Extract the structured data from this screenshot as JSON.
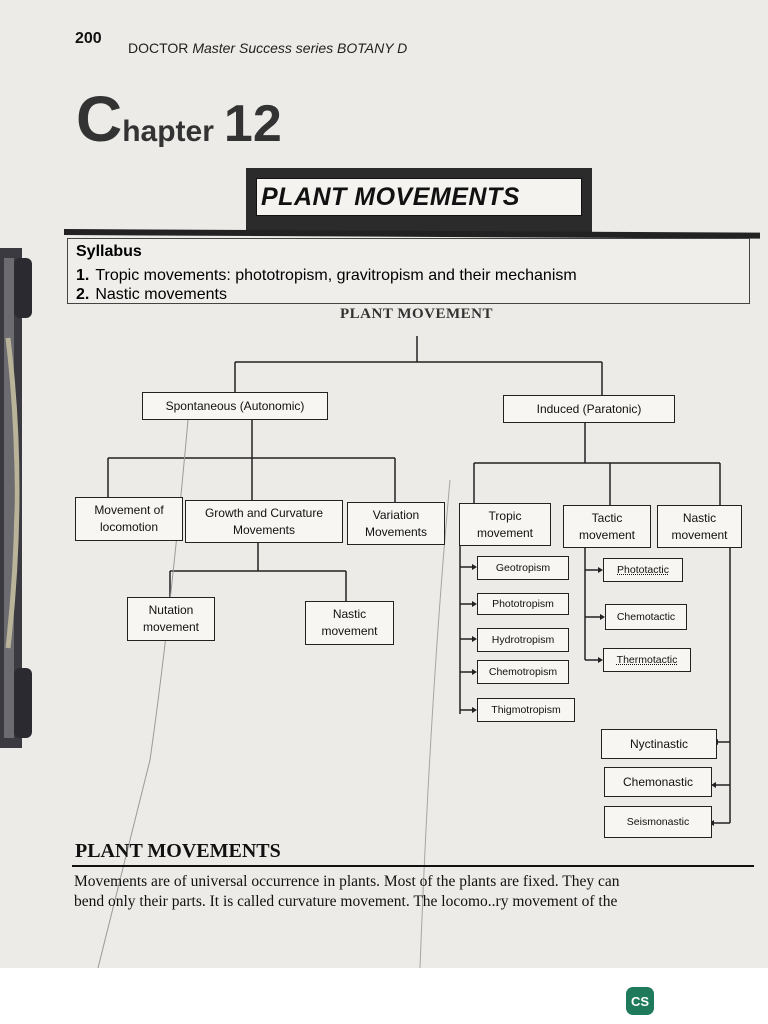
{
  "header": {
    "page_number": "200",
    "running_head_prefix": "DOCTOR ",
    "running_head_italic": "Master Success series BOTANY D"
  },
  "chapter": {
    "initial": "C",
    "word": "hapter",
    "number": "12"
  },
  "title": "PLANT MOVEMENTS",
  "syllabus": {
    "heading": "Syllabus",
    "items": [
      {
        "num": "1.",
        "text": "Tropic movements: phototropism, gravitropism and their mechanism"
      },
      {
        "num": "2.",
        "text": "Nastic movements"
      }
    ]
  },
  "diagram": {
    "title": "PLANT MOVEMENT",
    "spontaneous": "Spontaneous (Autonomic)",
    "induced": "Induced (Paratonic)",
    "locomotion": [
      "Movement of",
      "locomotion"
    ],
    "growth": [
      "Growth and Curvature",
      "Movements"
    ],
    "variation": [
      "Variation",
      "Movements"
    ],
    "nutation": [
      "Nutation",
      "movement"
    ],
    "nastic_left": [
      "Nastic",
      "movement"
    ],
    "tropic": [
      "Tropic",
      "movement"
    ],
    "tactic": [
      "Tactic",
      "movement"
    ],
    "nastic_right": [
      "Nastic",
      "movement"
    ],
    "tropisms": [
      "Geotropism",
      "Phototropism",
      "Hydrotropism",
      "Chemotropism",
      "Thigmotropism"
    ],
    "tactics": [
      "Phototactic",
      "Chemotactic",
      "Thermotactic"
    ],
    "nastics": [
      "Nyctinastic",
      "Chemonastic",
      "Seismonastic"
    ]
  },
  "section": {
    "heading": "PLANT MOVEMENTS",
    "line1": "Movements are of universal occurrence in plants. Most of the plants are fixed. They can",
    "line2": "bend only their parts. It is called curvature movement. The locomo..ry movement of the"
  },
  "badge": "CS",
  "colors": {
    "page": "#ecebe7",
    "ink": "#111111",
    "badge": "#1f7a5c"
  }
}
